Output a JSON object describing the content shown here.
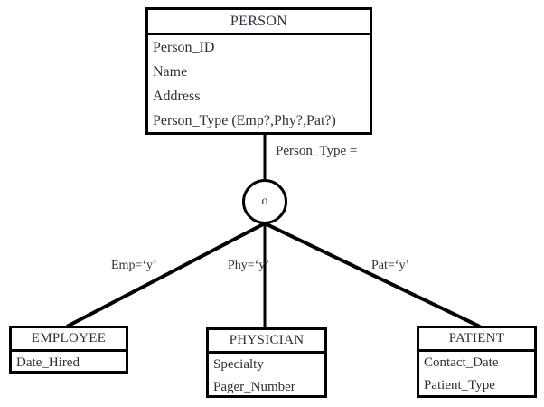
{
  "diagram": {
    "title": "PERSON supertype/subtype ER diagram",
    "type": "er-supertype-subtype",
    "line_color": "#000000",
    "text_color": "#2b303c",
    "background": "#ffffff"
  },
  "supertype": {
    "name": "PERSON",
    "attributes": [
      "Person_ID",
      "Name",
      "Address",
      "Person_Type (Emp?,Phy?,Pat?)"
    ]
  },
  "discriminator": {
    "label": "Person_Type =",
    "symbol": "o",
    "symbol_meaning": "overlap-rule-circle"
  },
  "subtypes": [
    {
      "name": "EMPLOYEE",
      "attributes": [
        "Date_Hired"
      ],
      "edge_label": "Emp=‘y’"
    },
    {
      "name": "PHYSICIAN",
      "attributes": [
        "Specialty",
        "Pager_Number"
      ],
      "edge_label": "Phy=‘y’"
    },
    {
      "name": "PATIENT",
      "attributes": [
        "Contact_Date",
        "Patient_Type"
      ],
      "edge_label": "Pat=‘y’"
    }
  ]
}
